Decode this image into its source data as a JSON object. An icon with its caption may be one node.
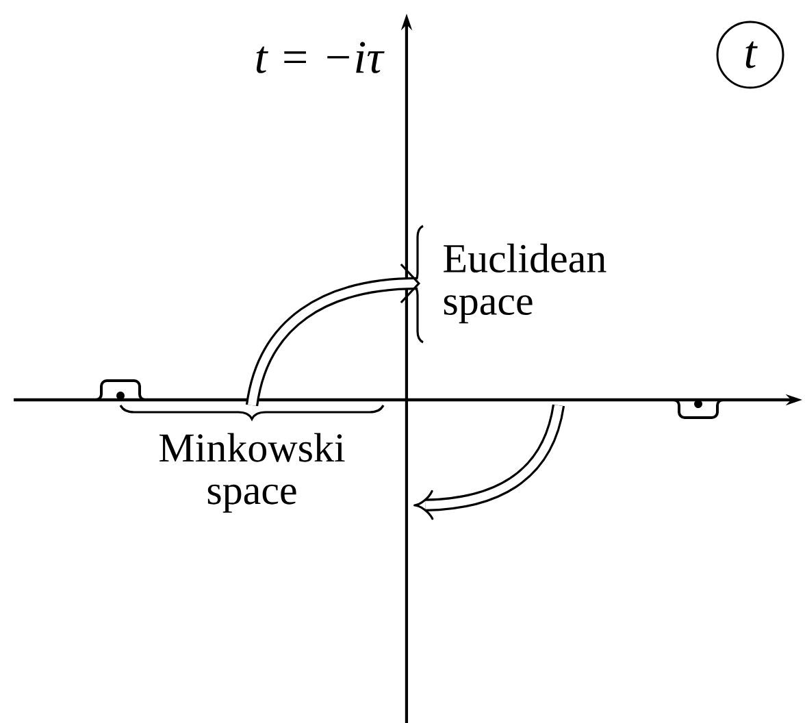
{
  "diagram": {
    "nodes": [
      {
        "text": [
          "Minkowski space"
        ]
      },
      {
        "text": [
          "Euclidean space"
        ]
      },
      {
        "text": [
          "t"
        ]
      }
    ],
    "edges": [
      {
        "from": 0,
        "to": 1,
        "arrow": "to"
      }
    ],
    "labels": [
      "t = −iτ"
    ]
  }
}
